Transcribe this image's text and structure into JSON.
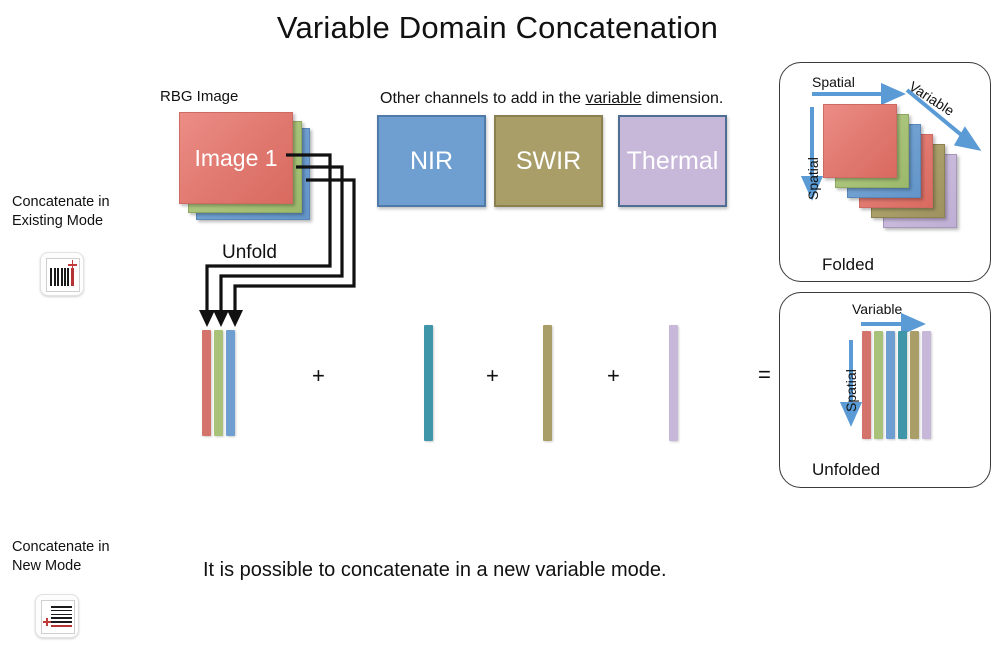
{
  "title": "Variable Domain Concatenation",
  "colors": {
    "red": "#d4736c",
    "green": "#a8c379",
    "blue": "#6f9fd0",
    "teal": "#3e96a8",
    "olive": "#a99e68",
    "purple": "#c7b8da",
    "arrow_blue": "#5b9bd5",
    "accent_red": "#c23b3b",
    "panel_border": "#3a3a3a",
    "text": "#111111"
  },
  "sidebar": {
    "items": [
      {
        "label": "Concatenate in\nExisting Mode",
        "line1": "Concatenate in",
        "line2": "Existing Mode",
        "icon": "concat-existing-mode-icon"
      },
      {
        "label": "Concatenate in\nNew Mode",
        "line1": "Concatenate in",
        "line2": "New Mode",
        "icon": "concat-new-mode-icon"
      }
    ]
  },
  "main": {
    "rgb_stack": {
      "label": "RBG Image",
      "top_card_label": "Image 1",
      "cards": [
        "red",
        "green",
        "blue"
      ]
    },
    "unfold_label": "Unfold",
    "channels_caption": {
      "before": "Other channels to add in the ",
      "underlined": "variable",
      "after": " dimension."
    },
    "channels": [
      {
        "label": "NIR",
        "color": "#6f9fd0"
      },
      {
        "label": "SWIR",
        "color": "#a99e68"
      },
      {
        "label": "Thermal",
        "color": "#c7b8da"
      }
    ],
    "operators": {
      "plus": "+",
      "equals": "="
    },
    "unfolded_groups": [
      {
        "name": "rgb",
        "strips": [
          "red",
          "green",
          "blue"
        ]
      },
      {
        "name": "nir",
        "strips": [
          "teal"
        ]
      },
      {
        "name": "swir",
        "strips": [
          "olive"
        ]
      },
      {
        "name": "thermal",
        "strips": [
          "purple"
        ]
      }
    ],
    "bottom_note": "It is possible to concatenate in a new variable mode."
  },
  "panels": {
    "folded": {
      "caption": "Folded",
      "axis_top": "Spatial",
      "axis_left": "Spatial",
      "axis_diagonal": "Variable",
      "cards": [
        "red",
        "green",
        "blue",
        "red",
        "olive",
        "purple"
      ]
    },
    "unfolded": {
      "caption": "Unfolded",
      "axis_top": "Variable",
      "axis_left": "Spatial",
      "strips": [
        "red",
        "green",
        "blue",
        "teal",
        "olive",
        "purple"
      ]
    }
  }
}
